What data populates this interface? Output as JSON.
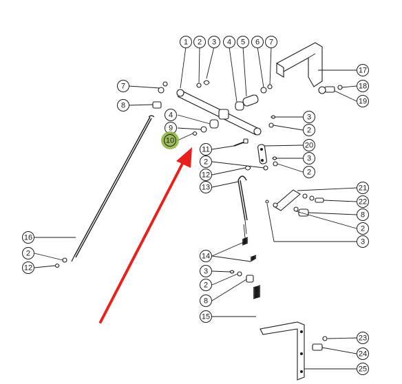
{
  "colors": {
    "line": "#1a1a1a",
    "highlight": "#8db33a",
    "arrow": "#e8211d",
    "background": "#ffffff"
  },
  "callouts": [
    {
      "id": "c1",
      "label": "1",
      "highlighted": false
    },
    {
      "id": "c2a",
      "label": "2",
      "highlighted": false
    },
    {
      "id": "c3a",
      "label": "3",
      "highlighted": false
    },
    {
      "id": "c4a",
      "label": "4",
      "highlighted": false
    },
    {
      "id": "c5",
      "label": "5",
      "highlighted": false
    },
    {
      "id": "c6",
      "label": "6",
      "highlighted": false
    },
    {
      "id": "c7a",
      "label": "7",
      "highlighted": false
    },
    {
      "id": "c7b",
      "label": "7",
      "highlighted": false
    },
    {
      "id": "c8a",
      "label": "8",
      "highlighted": false
    },
    {
      "id": "c4b",
      "label": "4",
      "highlighted": false
    },
    {
      "id": "c9",
      "label": "9",
      "highlighted": false
    },
    {
      "id": "c10",
      "label": "10",
      "highlighted": true
    },
    {
      "id": "c17",
      "label": "17",
      "highlighted": false
    },
    {
      "id": "c18",
      "label": "18",
      "highlighted": false
    },
    {
      "id": "c19",
      "label": "19",
      "highlighted": false
    },
    {
      "id": "c3b",
      "label": "3",
      "highlighted": false
    },
    {
      "id": "c2b",
      "label": "2",
      "highlighted": false
    },
    {
      "id": "c20",
      "label": "20",
      "highlighted": false
    },
    {
      "id": "c11",
      "label": "11",
      "highlighted": false
    },
    {
      "id": "c3c",
      "label": "3",
      "highlighted": false
    },
    {
      "id": "c2c",
      "label": "2",
      "highlighted": false
    },
    {
      "id": "c2d",
      "label": "2",
      "highlighted": false
    },
    {
      "id": "c12a",
      "label": "12",
      "highlighted": false
    },
    {
      "id": "c13",
      "label": "13",
      "highlighted": false
    },
    {
      "id": "c21",
      "label": "21",
      "highlighted": false
    },
    {
      "id": "c22",
      "label": "22",
      "highlighted": false
    },
    {
      "id": "c8b",
      "label": "8",
      "highlighted": false
    },
    {
      "id": "c2e",
      "label": "2",
      "highlighted": false
    },
    {
      "id": "c3d",
      "label": "3",
      "highlighted": false
    },
    {
      "id": "c16",
      "label": "16",
      "highlighted": false
    },
    {
      "id": "c2f",
      "label": "2",
      "highlighted": false
    },
    {
      "id": "c12b",
      "label": "12",
      "highlighted": false
    },
    {
      "id": "c14",
      "label": "14",
      "highlighted": false
    },
    {
      "id": "c3e",
      "label": "3",
      "highlighted": false
    },
    {
      "id": "c2g",
      "label": "2",
      "highlighted": false
    },
    {
      "id": "c8c",
      "label": "8",
      "highlighted": false
    },
    {
      "id": "c15",
      "label": "15",
      "highlighted": false
    },
    {
      "id": "c23",
      "label": "23",
      "highlighted": false
    },
    {
      "id": "c24",
      "label": "24",
      "highlighted": false
    },
    {
      "id": "c25",
      "label": "25",
      "highlighted": false
    }
  ]
}
